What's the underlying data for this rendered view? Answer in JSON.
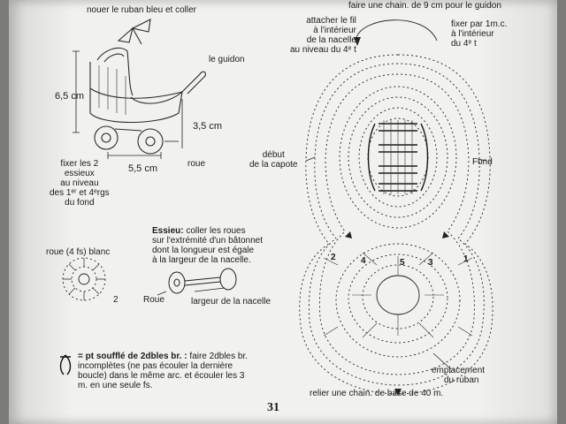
{
  "instructions": {
    "top_left": "nouer le ruban bleu et coller",
    "top_center": "faire une chain. de 9 cm pour le guidon",
    "attach_fil": [
      "attacher le fil",
      "à l'intérieur",
      "de la nacelle",
      "au niveau du 4ᵉ t"
    ],
    "fixer_1mc": [
      "fixer par 1m.c.",
      "à l'intérieur",
      "du 4ᵉ t"
    ],
    "guidon": "le guidon",
    "roue": "roue",
    "fixer_essieux": [
      "fixer les 2",
      "essieux",
      "au niveau",
      "des 1ᵉʳ et 4ᵉrgs",
      "du fond"
    ],
    "debut_capote": [
      "début",
      "de la capote"
    ],
    "fond": "Fond",
    "roue_blanc": "roue (4 fs) blanc",
    "essieu_title": "Essieu:",
    "essieu_text": [
      " coller les roues",
      "sur l'extrémité d'un bâtonnet",
      "dont la longueur est égale",
      "à la largeur de la nacelle."
    ],
    "roue_label": "Roue",
    "largeur": "largeur de la nacelle",
    "legend_title": "= pt soufflé de 2dbles br. :",
    "legend_text": [
      " faire 2dbles br.",
      "incomplètes (ne pas écouler la dernière",
      "boucle) dans le même arc. et écouler les 3",
      "m. en une seule fs."
    ],
    "emplacement": [
      "emplacement",
      "du ruban"
    ],
    "relier": "relier une chain. de base de 40 m."
  },
  "dimensions": {
    "height": "6,5 cm",
    "handle": "3,5 cm",
    "length": "5,5 cm"
  },
  "row_numbers": [
    "4",
    "5",
    "3",
    "2",
    "1"
  ],
  "wheel_number": "2",
  "page_number": "31"
}
